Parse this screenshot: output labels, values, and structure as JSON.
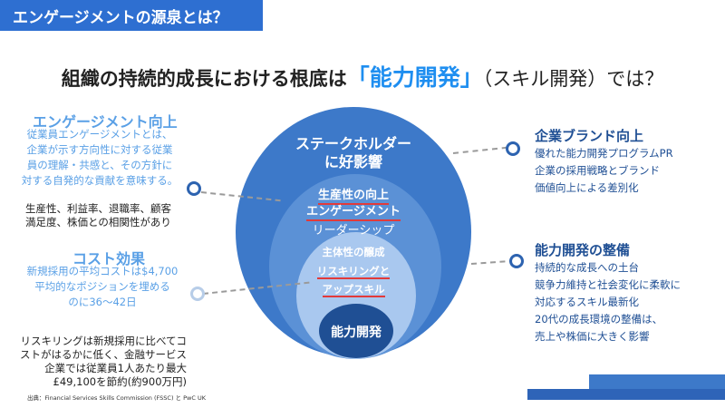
{
  "header": {
    "title": "エンゲージメントの源泉とは？"
  },
  "main_title": {
    "prefix": "組織の持続的成長における根底は",
    "highlight": "「能力開発」",
    "suffix": "（スキル開発）では？"
  },
  "circles": {
    "outer": [
      "ステークホルダー",
      "に好影響"
    ],
    "second": [
      "生産性の向上",
      "エンゲージメント",
      "リーダーシップ"
    ],
    "third": [
      "主体性の醸成",
      "リスキリングと",
      "アップスキル"
    ],
    "core": "能力開発"
  },
  "left": {
    "engagement": {
      "heading": "エンゲージメント向上",
      "lines": [
        "従業員エンゲージメントとは、",
        "企業が示す方向性に対する従業",
        "員の理解・共感と、その方針に",
        "対する自発的な貢献を意味する。"
      ],
      "dark_lines": [
        "生産性、利益率、退職率、顧客",
        "満足度、株価との相関性があり"
      ]
    },
    "cost": {
      "heading": "コスト効果",
      "lines": [
        "新規採用の平均コストは$4,700",
        "平均的なポジションを埋める",
        "のに36～42日"
      ]
    },
    "reskill": {
      "lines": [
        "リスキリングは新規採用に比べてコ",
        "ストがはるかに低く、金融サービス",
        "企業では従業員1人あたり最大",
        "£49,100を節約(約900万円)"
      ]
    },
    "source": "出典：Financial Services Skills Commission (FSSC) と PwC UK"
  },
  "right": {
    "brand": {
      "heading": "企業ブランド向上",
      "lines": [
        "優れた能力開発プログラムPR",
        "企業の採用戦略とブランド",
        "価値向上による差別化"
      ]
    },
    "development": {
      "heading": "能力開発の整備",
      "lines": [
        "持続的な成長への土台",
        "競争力維持と社会変化に柔軟に",
        "対応するスキル最新化",
        "20代の成長環境の整備は、",
        "売上や株価に大きく影響"
      ]
    }
  },
  "colors": {
    "accent": "#1e8ef0",
    "outer": "#3d79c9",
    "core": "#1f4f94",
    "left_text": "#5aa0e6",
    "right_text": "#1f4f94"
  }
}
